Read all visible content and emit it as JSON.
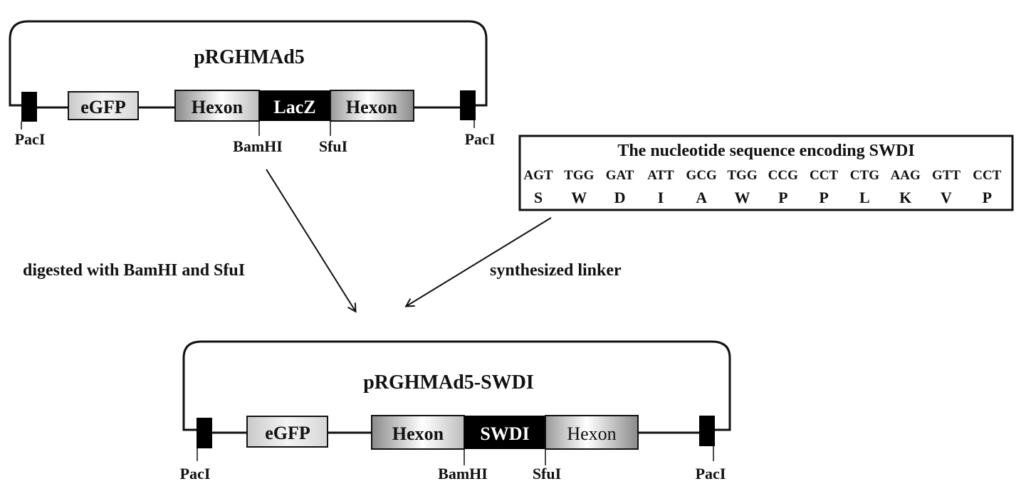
{
  "colors": {
    "line": "#111111",
    "block": "#000000",
    "egfp_fill_light": "#f2f2f2",
    "egfp_fill_dark": "#c8c8c8",
    "hexon_light": "#ffffff",
    "hexon_dark": "#8a8a8a",
    "insert_fill": "#000000",
    "insert_text": "#ffffff"
  },
  "top_plasmid": {
    "name": "pRGHMAd5",
    "left_site": "PacI",
    "right_site": "PacI",
    "egfp": "eGFP",
    "hexon_left": "Hexon",
    "insert": "LacZ",
    "hexon_right": "Hexon",
    "site_left_insert": "BamHI",
    "site_right_insert": "SfuI"
  },
  "sequence_box": {
    "title": "The nucleotide sequence encoding SWDI",
    "codons": [
      "AGT",
      "TGG",
      "GAT",
      "ATT",
      "GCG",
      "TGG",
      "CCG",
      "CCT",
      "CTG",
      "AAG",
      "GTT",
      "CCT"
    ],
    "amino_acids": [
      "S",
      "W",
      "D",
      "I",
      "A",
      "W",
      "P",
      "P",
      "L",
      "K",
      "V",
      "P"
    ]
  },
  "arrows": {
    "left_label": "digested with BamHI and SfuI",
    "right_label": "synthesized linker"
  },
  "bottom_plasmid": {
    "name": "pRGHMAd5-SWDI",
    "left_site": "PacI",
    "right_site": "PacI",
    "egfp": "eGFP",
    "hexon_left": "Hexon",
    "insert": "SWDI",
    "hexon_right": "Hexon",
    "site_left_insert": "BamHI",
    "site_right_insert": "SfuI"
  }
}
